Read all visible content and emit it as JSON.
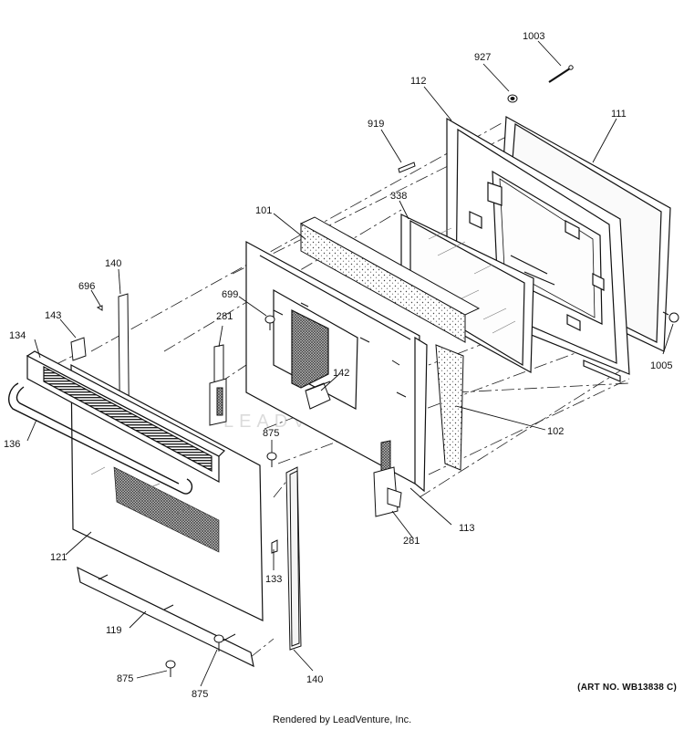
{
  "watermark": "LEADVENTURE",
  "art_number": "(ART NO. WB13838 C)",
  "footer": "Rendered by LeadVenture, Inc.",
  "parts": [
    {
      "id": "p1003",
      "label": "1003"
    },
    {
      "id": "p927",
      "label": "927"
    },
    {
      "id": "p112",
      "label": "112"
    },
    {
      "id": "p111",
      "label": "111"
    },
    {
      "id": "p919",
      "label": "919"
    },
    {
      "id": "p338",
      "label": "338"
    },
    {
      "id": "p101",
      "label": "101"
    },
    {
      "id": "p140a",
      "label": "140"
    },
    {
      "id": "p696",
      "label": "696"
    },
    {
      "id": "p699",
      "label": "699"
    },
    {
      "id": "p281a",
      "label": "281"
    },
    {
      "id": "p143",
      "label": "143"
    },
    {
      "id": "p134",
      "label": "134"
    },
    {
      "id": "p142",
      "label": "142"
    },
    {
      "id": "p1005",
      "label": "1005"
    },
    {
      "id": "p136",
      "label": "136"
    },
    {
      "id": "p102",
      "label": "102"
    },
    {
      "id": "p875a",
      "label": "875"
    },
    {
      "id": "p113",
      "label": "113"
    },
    {
      "id": "p281b",
      "label": "281"
    },
    {
      "id": "p121",
      "label": "121"
    },
    {
      "id": "p133",
      "label": "133"
    },
    {
      "id": "p119",
      "label": "119"
    },
    {
      "id": "p875b",
      "label": "875"
    },
    {
      "id": "p140b",
      "label": "140"
    },
    {
      "id": "p875c",
      "label": "875"
    }
  ]
}
